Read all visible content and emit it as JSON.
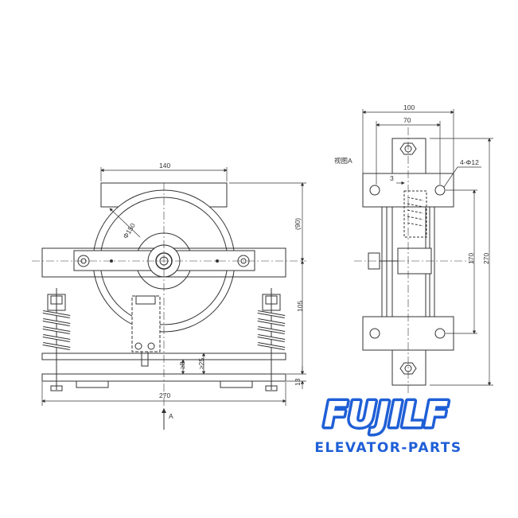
{
  "drawing": {
    "front_view": {
      "dimensions": {
        "top_width": "140",
        "wheel_diameter": "Φ150",
        "height_90": "(90)",
        "height_105": "105",
        "gap_8": "≥8",
        "gap_25": "≥25",
        "base_13": "13",
        "base_width": "270"
      },
      "view_marker": "A"
    },
    "side_view": {
      "title": "视图A",
      "dimensions": {
        "outer_width": "100",
        "inner_width": "70",
        "offset": "3",
        "holes": "4-Φ12",
        "hole_spacing": "170",
        "total_height": "270"
      }
    }
  },
  "brand": {
    "logo": "FUJILF",
    "tagline": "ELEVATOR-PARTS",
    "color": "#1f5fd6"
  }
}
